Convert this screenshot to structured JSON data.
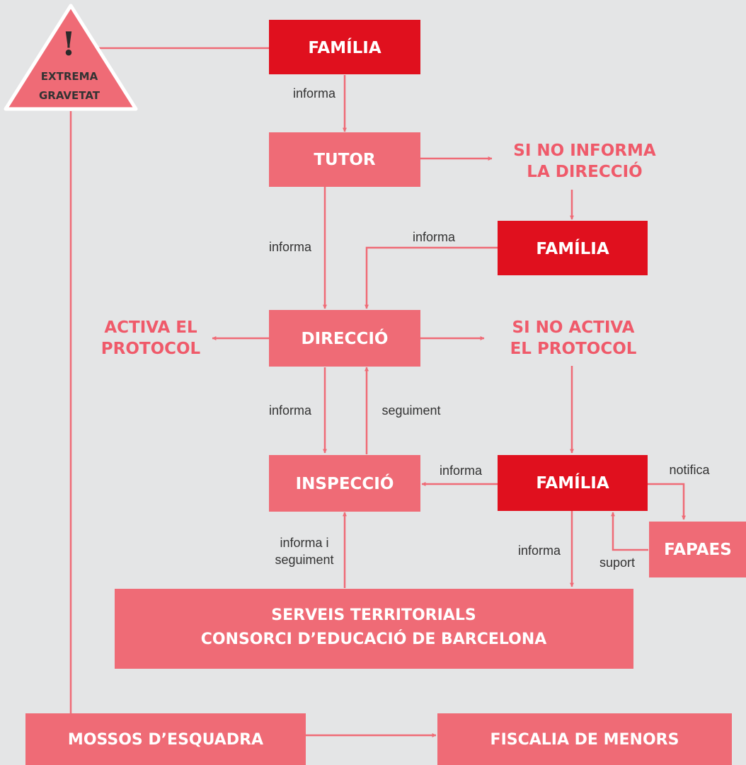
{
  "colors": {
    "background": "#e4e5e6",
    "dark_red": "#e0101e",
    "pink": "#ef6b76",
    "red_text": "#ef5a6a",
    "warning_fill": "#ef6b76",
    "warning_border": "#ffffff"
  },
  "warning": {
    "icon": "exclamation-icon",
    "mark": "!",
    "line1": "EXTREMA",
    "line2": "GRAVETAT"
  },
  "nodes": {
    "familia_top": "FAMÍLIA",
    "tutor": "TUTOR",
    "si_no_informa_1": "SI NO INFORMA",
    "si_no_informa_2": "LA DIRECCIÓ",
    "familia_mid": "FAMÍLIA",
    "activa_1": "ACTIVA EL",
    "activa_2": "PROTOCOL",
    "direccio": "DIRECCIÓ",
    "si_no_activa_1": "SI NO ACTIVA",
    "si_no_activa_2": "EL PROTOCOL",
    "inspeccio": "INSPECCIÓ",
    "familia_low": "FAMÍLIA",
    "fapaes": "FAPAES",
    "serveis_1": "SERVEIS TERRITORIALS",
    "serveis_2": "CONSORCI D’EDUCACIÓ DE BARCELONA",
    "mossos": "MOSSOS D’ESQUADRA",
    "fiscalia": "FISCALIA DE MENORS"
  },
  "edge_labels": {
    "familia_to_tutor": "informa",
    "tutor_to_direccio": "informa",
    "familia_to_direccio": "informa",
    "direccio_to_inspeccio": "informa",
    "inspeccio_to_direccio": "seguiment",
    "familia_to_inspeccio": "informa",
    "familia_to_fapaes": "notifica",
    "fapaes_to_familia": "suport",
    "familia_to_serveis": "informa",
    "serveis_to_inspeccio_1": "informa i",
    "serveis_to_inspeccio_2": "seguiment"
  }
}
